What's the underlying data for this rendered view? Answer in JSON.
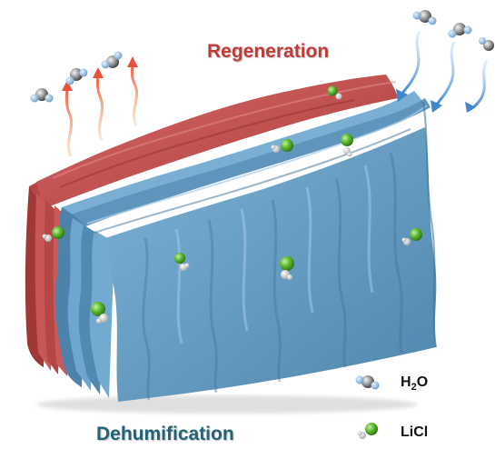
{
  "labels": {
    "regeneration": "Regeneration",
    "dehumidification": "Dehumification"
  },
  "legend": {
    "h2o_main": "H",
    "h2o_sub": "2",
    "h2o_tail": "O",
    "licl": "LiCl"
  },
  "colors": {
    "regeneration_sheet": "#c65050",
    "dehumidification_sheet": "#6a9fc4",
    "regen_text": "#c23a36",
    "dehum_text": "#23637a",
    "licl_ball": "#5cb82e",
    "arrow_hot": "#e8523a",
    "arrow_cold": "#4a90d0"
  },
  "icons": [
    "water-molecule-icon",
    "licl-molecule-icon",
    "arrow-icon"
  ]
}
